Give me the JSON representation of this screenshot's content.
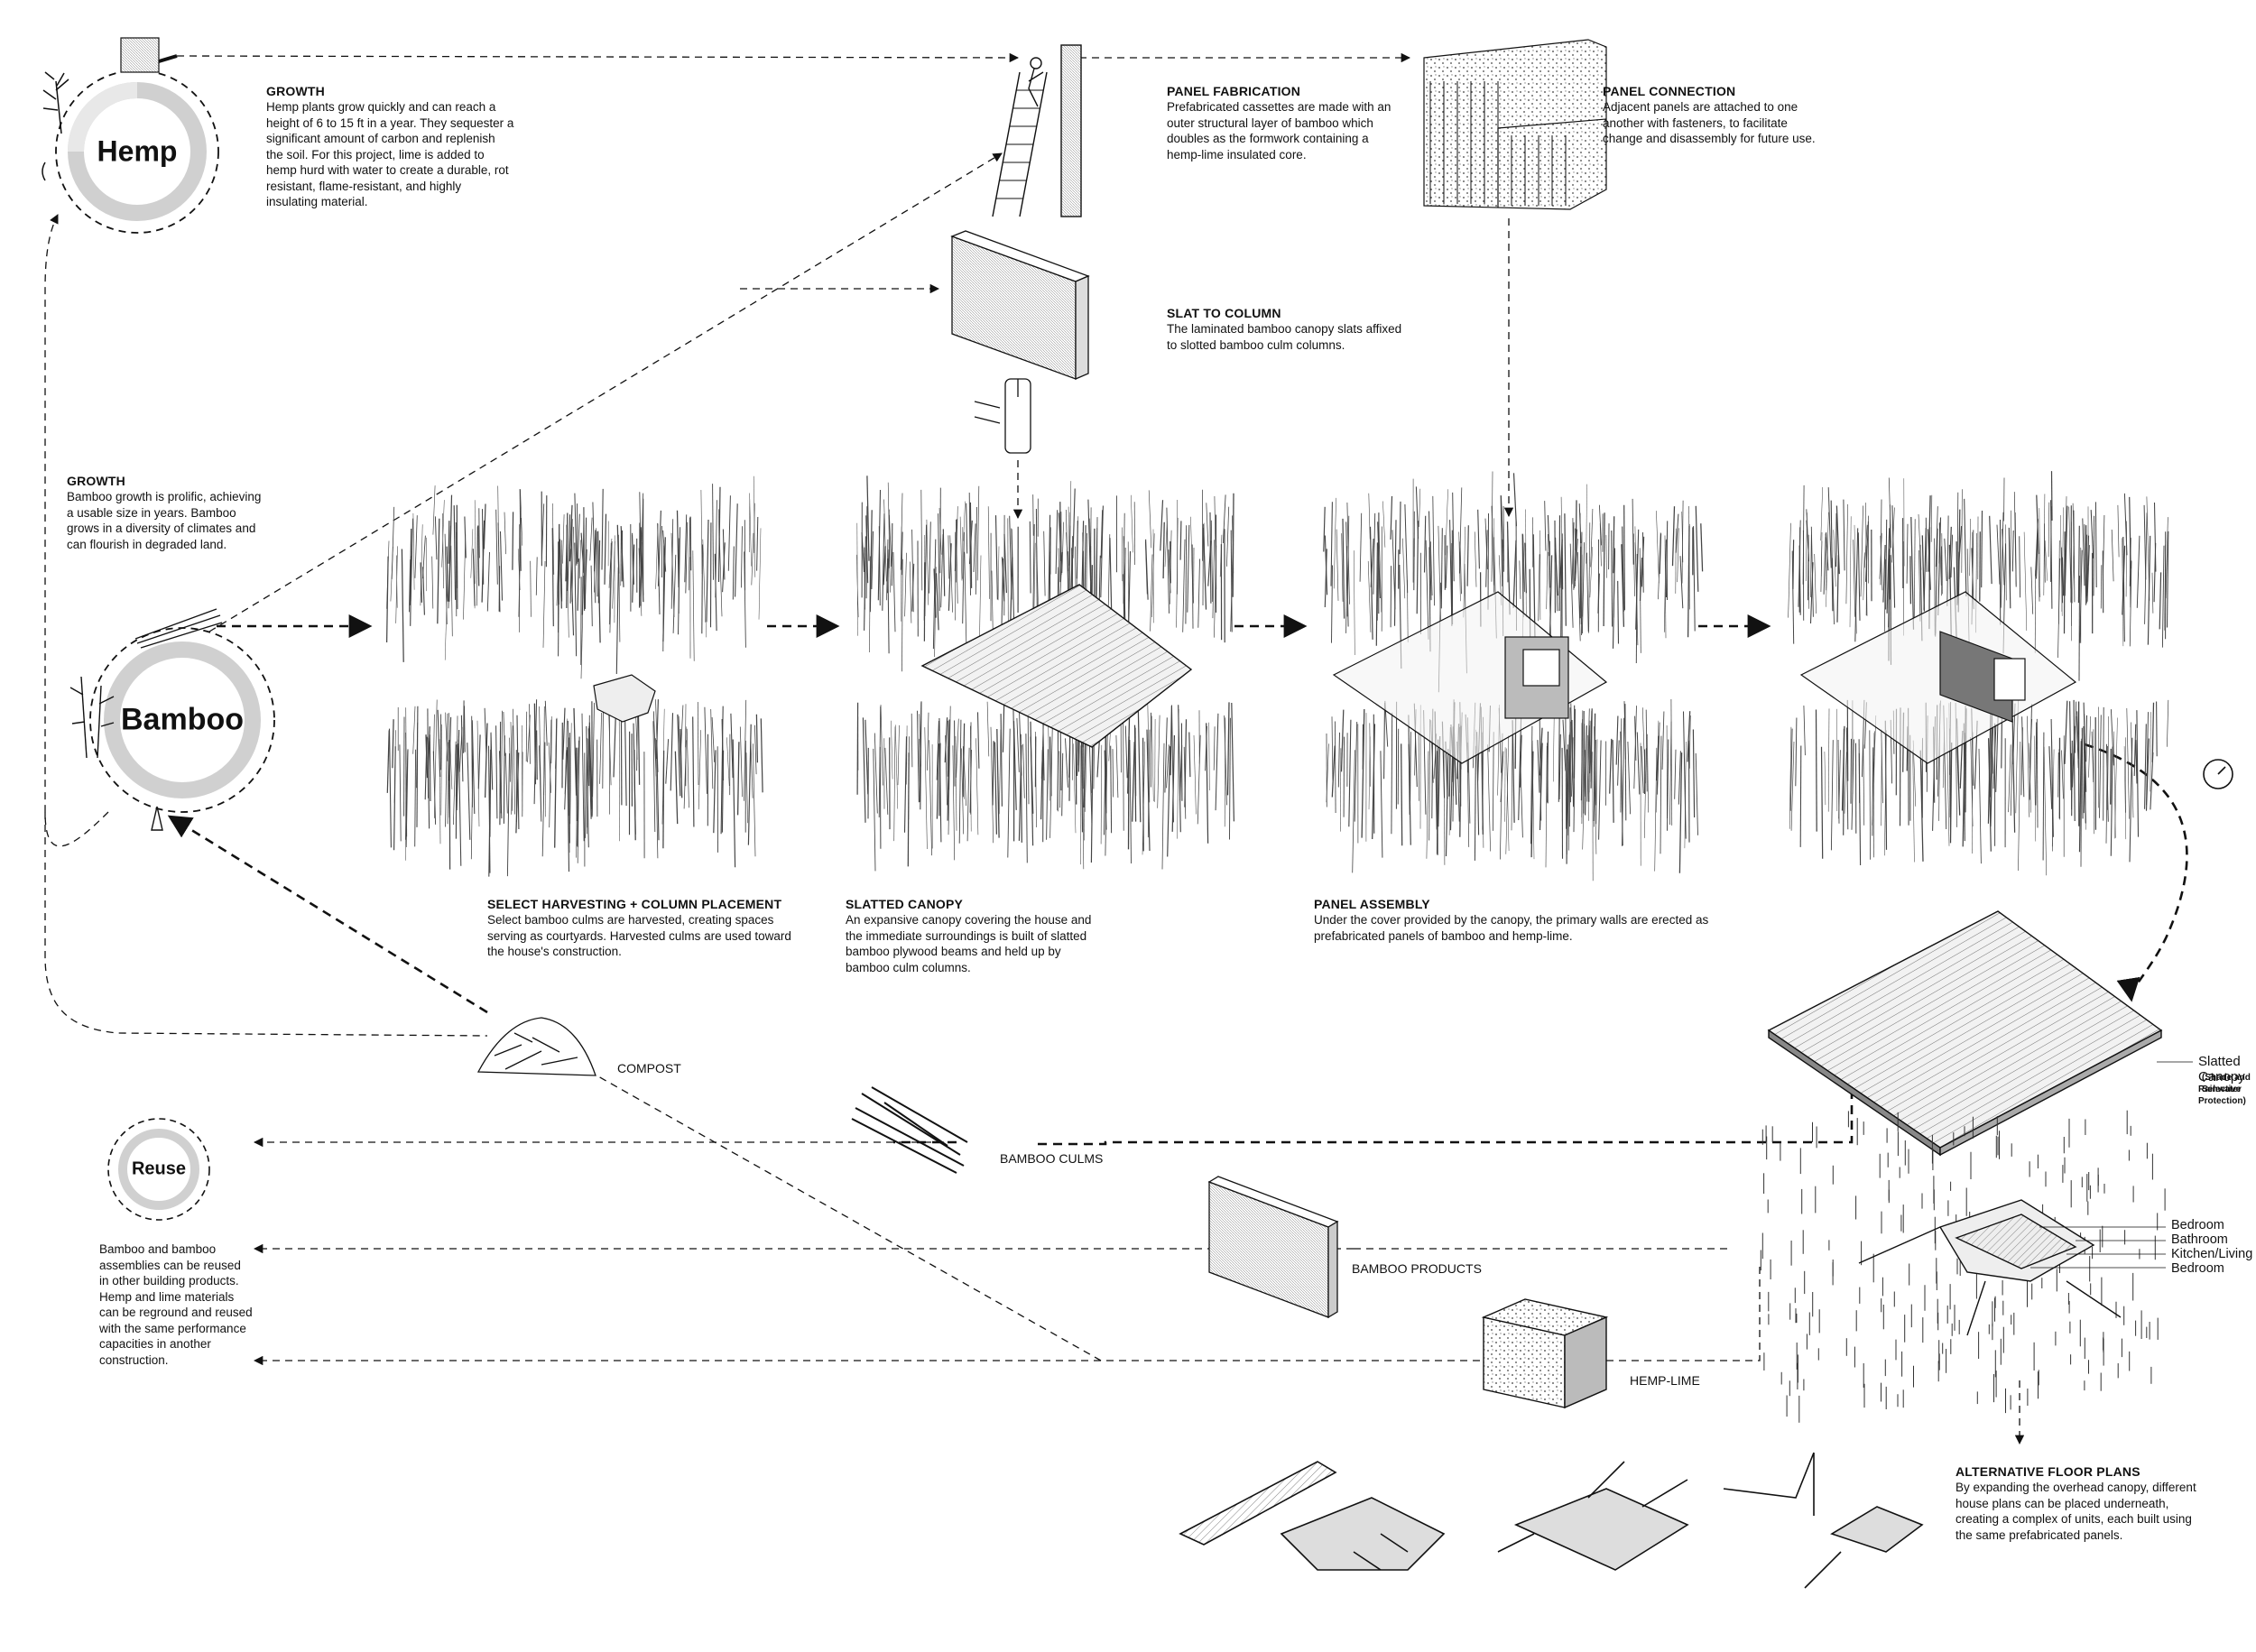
{
  "cycles": {
    "hemp": "Hemp",
    "bamboo": "Bamboo",
    "reuse": "Reuse"
  },
  "notes": {
    "hemp_growth": {
      "title": "GROWTH",
      "lines": [
        "Hemp plants grow quickly and can reach a",
        "height of 6 to 15 ft in a year. They sequester a",
        "significant amount of carbon and replenish",
        "the soil. For this project, lime is added to",
        "hemp hurd with water to create a durable, rot",
        "resistant, flame-resistant, and highly",
        "insulating material."
      ]
    },
    "panel_fabrication": {
      "title": "PANEL FABRICATION",
      "lines": [
        "Prefabricated cassettes are made with an",
        "outer structural layer of bamboo which",
        "doubles as the formwork containing a",
        "hemp-lime insulated core."
      ]
    },
    "panel_connection": {
      "title": "PANEL CONNECTION",
      "lines": [
        "Adjacent panels are attached to one",
        "another with fasteners, to facilitate",
        "change and disassembly for future use."
      ]
    },
    "slat_to_column": {
      "title": "SLAT TO COLUMN",
      "lines": [
        "The laminated bamboo canopy slats affixed",
        "to slotted bamboo culm columns."
      ]
    },
    "bamboo_growth": {
      "title": "GROWTH",
      "lines": [
        "Bamboo growth is prolific, achieving",
        "a usable size in years.  Bamboo",
        "grows in a diversity of climates and",
        "can flourish in degraded land."
      ]
    },
    "select_harvesting": {
      "title": "SELECT HARVESTING + COLUMN PLACEMENT",
      "lines": [
        "Select bamboo culms are harvested, creating spaces",
        "serving as courtyards. Harvested culms are used toward",
        "the house's construction."
      ]
    },
    "slatted_canopy": {
      "title": "SLATTED CANOPY",
      "lines": [
        "An expansive canopy covering the house and",
        "the immediate surroundings is built of slatted",
        "bamboo plywood beams and held up by",
        "bamboo culm columns."
      ]
    },
    "panel_assembly": {
      "title": "PANEL ASSEMBLY",
      "lines": [
        "Under the cover provided by the canopy, the primary walls are erected as",
        "prefabricated panels of bamboo and hemp-lime."
      ]
    },
    "alternative_floor_plans": {
      "title": "ALTERNATIVE FLOOR PLANS",
      "lines": [
        "By expanding the overhead canopy, different",
        "house plans can be placed underneath,",
        "creating a complex of units, each built using",
        "the same prefabricated panels."
      ]
    },
    "reuse": {
      "lines": [
        "Bamboo and bamboo",
        "assemblies can be reused",
        "in other building products.",
        "Hemp and lime materials",
        "can be reground and reused",
        "with the same performance",
        "capacities in another",
        "construction."
      ]
    }
  },
  "labels": {
    "compost": "COMPOST",
    "bamboo_culms": "BAMBOO CULMS",
    "bamboo_products": "BAMBOO PRODUCTS",
    "hemp_lime": "HEMP-LIME",
    "slatted_canopy_label": "Slatted Canopy",
    "slatted_canopy_sub1": "(Shade and Selective",
    "slatted_canopy_sub2": "Rainwater Protection)",
    "rooms": [
      "Bedroom",
      "Bathroom",
      "Kitchen/Living",
      "Bedroom"
    ]
  },
  "icons": [
    "hemp-plant-icon",
    "bamboo-plant-icon",
    "ladder-worker-icon",
    "panel-section-icon",
    "bamboo-culm-bundle-icon",
    "compost-pile-icon",
    "hemp-lime-block-icon",
    "bamboo-panel-icon",
    "clock-icon"
  ]
}
